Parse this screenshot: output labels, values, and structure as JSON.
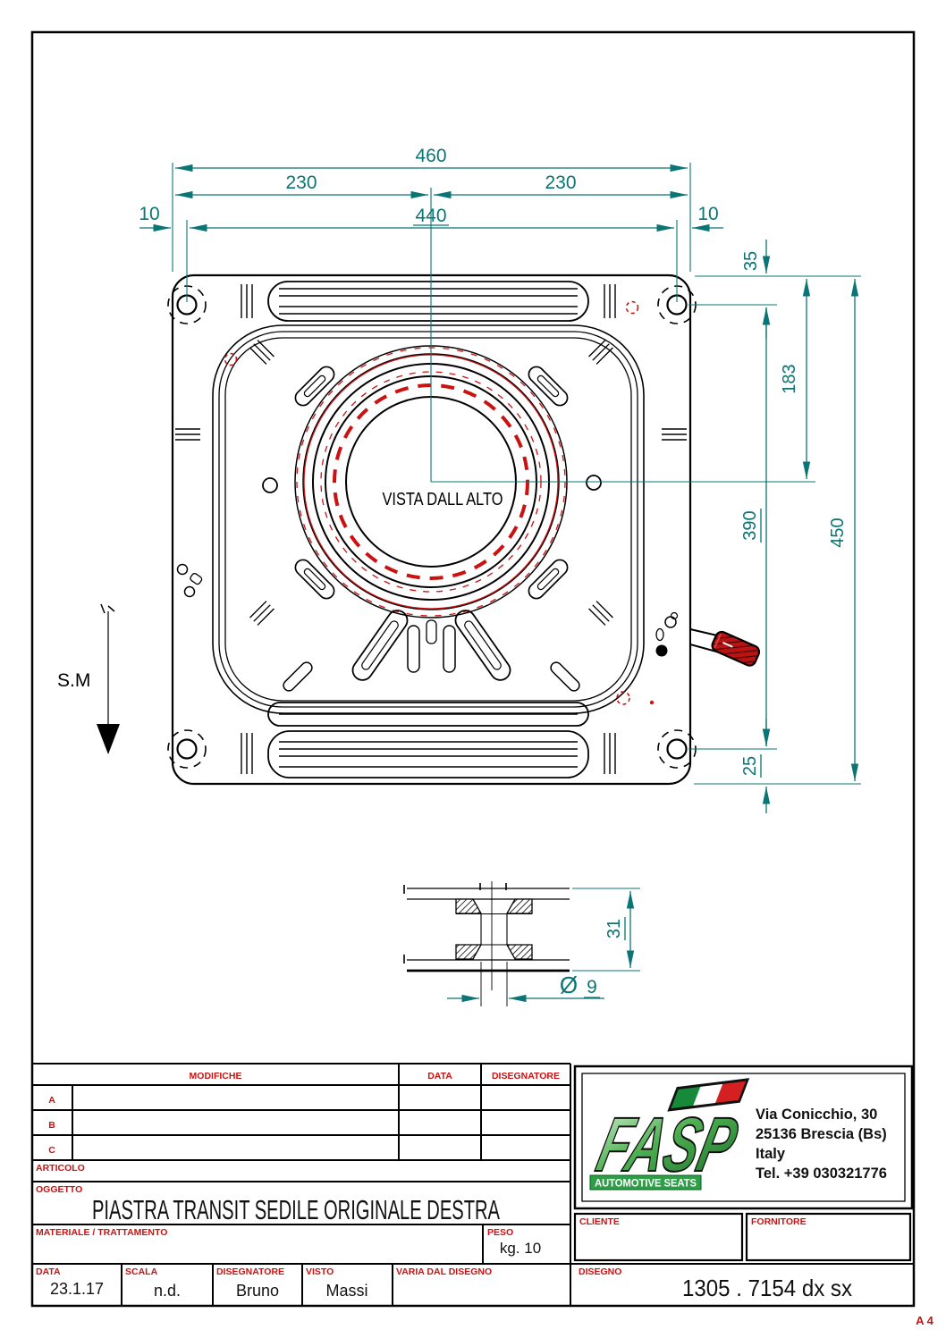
{
  "sheet": {
    "format_label": "A 4"
  },
  "drawing": {
    "view_label": "VISTA DALL ALTO",
    "datum_label": "S.M",
    "dims": {
      "overall_width": "460",
      "left_half": "230",
      "right_half": "230",
      "left_offset": "10",
      "holes_width": "440",
      "right_offset": "10",
      "top_hole_offset": "35",
      "center_offset": "183",
      "holes_height": "390",
      "overall_height": "450",
      "bottom_hole_offset": "25",
      "section_thickness": "31",
      "dia_symbol": "Ø",
      "dia_value": "9"
    }
  },
  "titleblock": {
    "modifiche_header": "MODIFICHE",
    "data_header": "DATA",
    "disegnatore_header": "DISEGNATORE",
    "rev_rows": [
      {
        "label": "A"
      },
      {
        "label": "B"
      },
      {
        "label": "C"
      }
    ],
    "articolo_label": "ARTICOLO",
    "oggetto_label": "OGGETTO",
    "oggetto_value": "PIASTRA TRANSIT SEDILE ORIGINALE DESTRA",
    "materiale_label": "MATERIALE / TRATTAMENTO",
    "peso_label": "PESO",
    "peso_value": "kg. 10",
    "data_label": "DATA",
    "data_value": "23.1.17",
    "scala_label": "SCALA",
    "scala_value": "n.d.",
    "disegnatore_label": "DISEGNATORE",
    "disegnatore_value": "Bruno",
    "visto_label": "VISTO",
    "visto_value": "Massi",
    "varia_label": "VARIA DAL DISEGNO",
    "cliente_label": "CLIENTE",
    "fornitore_label": "FORNITORE",
    "disegno_label": "DISEGNO",
    "disegno_value": "1305 . 7154 dx sx"
  },
  "logo": {
    "brand": "FASP",
    "tagline": "AUTOMOTIVE SEATS",
    "address_line1": "Via Conicchio, 30",
    "address_line2": "25136 Brescia (Bs)",
    "address_line3": "Italy",
    "address_line4": "Tel. +39 030321776"
  },
  "colors": {
    "dimension_teal": "#0b7474",
    "accent_red": "#cc1111",
    "line_black": "#000000",
    "logo_green": "#2e8b3d"
  }
}
